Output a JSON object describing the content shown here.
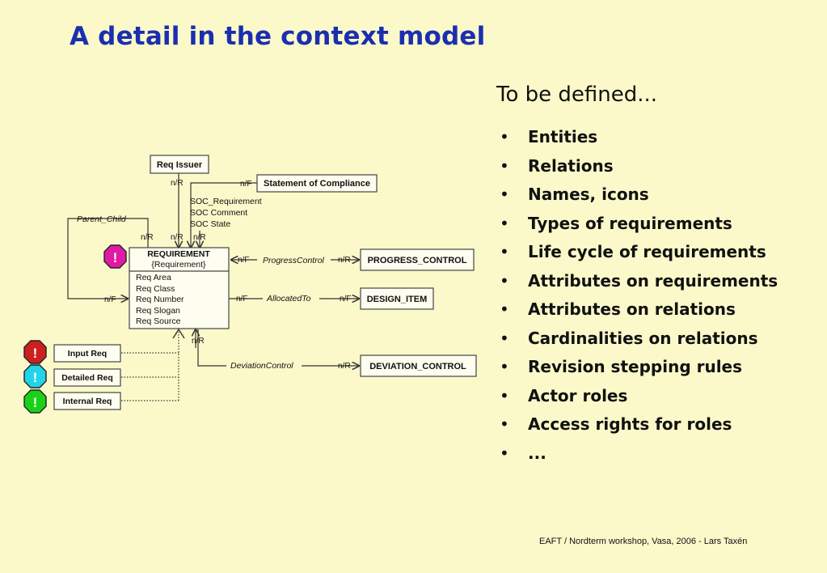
{
  "slide": {
    "title": "A detail in the context model",
    "subtitle": "To be defined...",
    "bullet_marker": "•",
    "bullets": [
      "Entities",
      "Relations",
      "Names, icons",
      "Types of requirements",
      "Life cycle of requirements",
      "Attributes on requirements",
      "Attributes on relations",
      "Cardinalities on relations",
      "Revision stepping rules",
      "Actor roles",
      "Access rights for roles",
      "..."
    ],
    "footer": "EAFT / Nordterm workshop, Vasa, 2006 - Lars Taxén"
  },
  "diagram": {
    "entities": {
      "req_issuer": "Req Issuer",
      "statement_of_compliance": "Statement of Compliance",
      "requirement_title": "REQUIREMENT",
      "requirement_type": "{Requirement}",
      "requirement_attributes": [
        "Req Area",
        "Req Class",
        "Req Number",
        "Req Slogan",
        "Req Source"
      ],
      "progress_control": "PROGRESS_CONTROL",
      "design_item": "DESIGN_ITEM",
      "deviation_control": "DEVIATION_CONTROL",
      "input_req": "Input Req",
      "detailed_req": "Detailed Req",
      "internal_req": "Internal Req"
    },
    "relations": {
      "parent_child": "Parent_Child",
      "progress_control": "ProgressControl",
      "allocated_to": "AllocatedTo",
      "deviation_control": "DeviationControl"
    },
    "soc_attributes": [
      "SOC_Requirement",
      "SOC Comment",
      "SOC State"
    ],
    "cardinality_labels": {
      "issuer_req": "n/R",
      "soc_link": "n/F",
      "parent_child_top": "n/R",
      "req_top_mid": "n/R",
      "req_top_right": "n/R",
      "parent_child_left": "n/F",
      "progress_left": "n/F",
      "progress_right": "n/R",
      "allocated_left": "n/F",
      "allocated_right": "n/F",
      "deviation_req": "n/R",
      "deviation_right": "n/R"
    },
    "icon_glyph": "!",
    "colors": {
      "requirement_icon": "#e01aa4",
      "input_req_icon": "#cc2020",
      "detailed_req_icon": "#22d4e8",
      "internal_req_icon": "#18d21a",
      "box_fill": "#fdfdf0",
      "line": "#333333"
    }
  }
}
